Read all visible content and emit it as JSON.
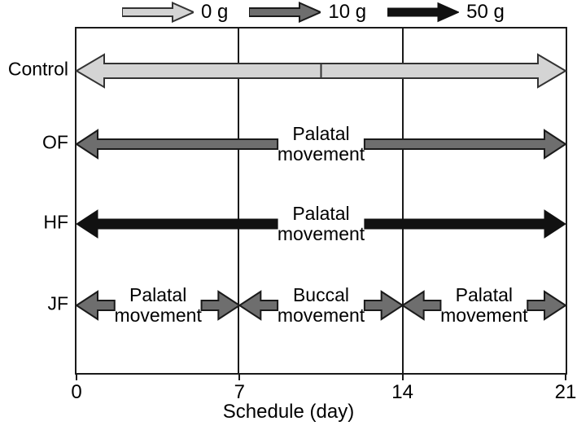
{
  "chart_data": {
    "type": "table",
    "title": "",
    "xlabel": "Schedule (day)",
    "ylabel": "",
    "xlim": [
      0,
      21
    ],
    "xticks": [
      0,
      7,
      14,
      21
    ],
    "grid": true,
    "legend_position": "top",
    "legend": [
      {
        "key": "0g",
        "label": "0 g",
        "fill": "#d4d4d4",
        "stroke": "#333333"
      },
      {
        "key": "10g",
        "label": "10 g",
        "fill": "#6e6e6e",
        "stroke": "#1a1a1a"
      },
      {
        "key": "50g",
        "label": "50 g",
        "fill": "#111111",
        "stroke": "#111111"
      }
    ],
    "rows": [
      {
        "label": "Control",
        "force": "0g",
        "segments": [
          {
            "start": 0,
            "end": 21,
            "text": "",
            "head_left": true,
            "head_right": true,
            "text_gap": false
          }
        ]
      },
      {
        "label": "OF",
        "force": "10g",
        "segments": [
          {
            "start": 0,
            "end": 21,
            "text": "Palatal movement",
            "head_left": true,
            "head_right": true,
            "text_gap": true
          }
        ]
      },
      {
        "label": "HF",
        "force": "50g",
        "segments": [
          {
            "start": 0,
            "end": 21,
            "text": "Palatal movement",
            "head_left": true,
            "head_right": true,
            "text_gap": true
          }
        ]
      },
      {
        "label": "JF",
        "force": "10g",
        "segments": [
          {
            "start": 0,
            "end": 7,
            "text": "Palatal movement",
            "head_left": true,
            "head_right": true,
            "text_gap": true
          },
          {
            "start": 7,
            "end": 14,
            "text": "Buccal movement",
            "head_left": true,
            "head_right": true,
            "text_gap": true
          },
          {
            "start": 14,
            "end": 21,
            "text": "Palatal movement",
            "head_left": true,
            "head_right": true,
            "text_gap": true
          }
        ]
      }
    ]
  }
}
